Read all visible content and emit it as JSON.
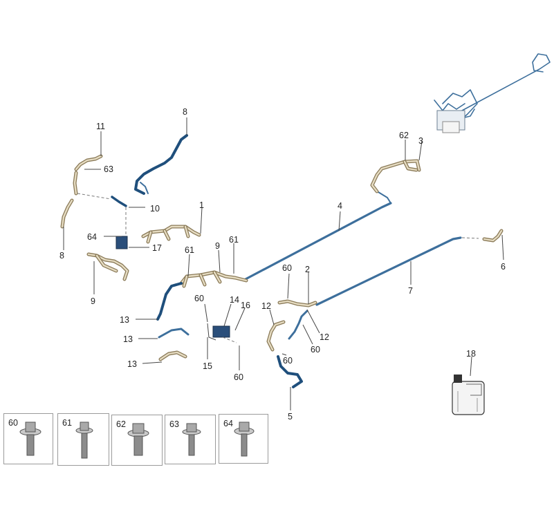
{
  "callouts": {
    "c1": "1",
    "c2": "2",
    "c3": "3",
    "c4": "4",
    "c5": "5",
    "c6": "6",
    "c7": "7",
    "c8a": "8",
    "c8b": "8",
    "c9a": "9",
    "c9b": "9",
    "c10": "10",
    "c11": "11",
    "c12a": "12",
    "c12b": "12",
    "c13a": "13",
    "c13b": "13",
    "c13c": "13",
    "c14": "14",
    "c15": "15",
    "c16": "16",
    "c17": "17",
    "c18": "18",
    "c60a": "60",
    "c60b": "60",
    "c60c": "60",
    "c60d": "60",
    "c60e": "60",
    "c61a": "61",
    "c61b": "61",
    "c62": "62",
    "c63": "63",
    "c64": "64"
  },
  "fasteners": [
    {
      "label": "60"
    },
    {
      "label": "61"
    },
    {
      "label": "62"
    },
    {
      "label": "63"
    },
    {
      "label": "64"
    }
  ],
  "colors": {
    "pipe_blue": "#3d6f9c",
    "pipe_dark_blue": "#1f4f7c",
    "hose_beige": "#e6dcc2",
    "bolt_grey": "#8c8c8c"
  }
}
